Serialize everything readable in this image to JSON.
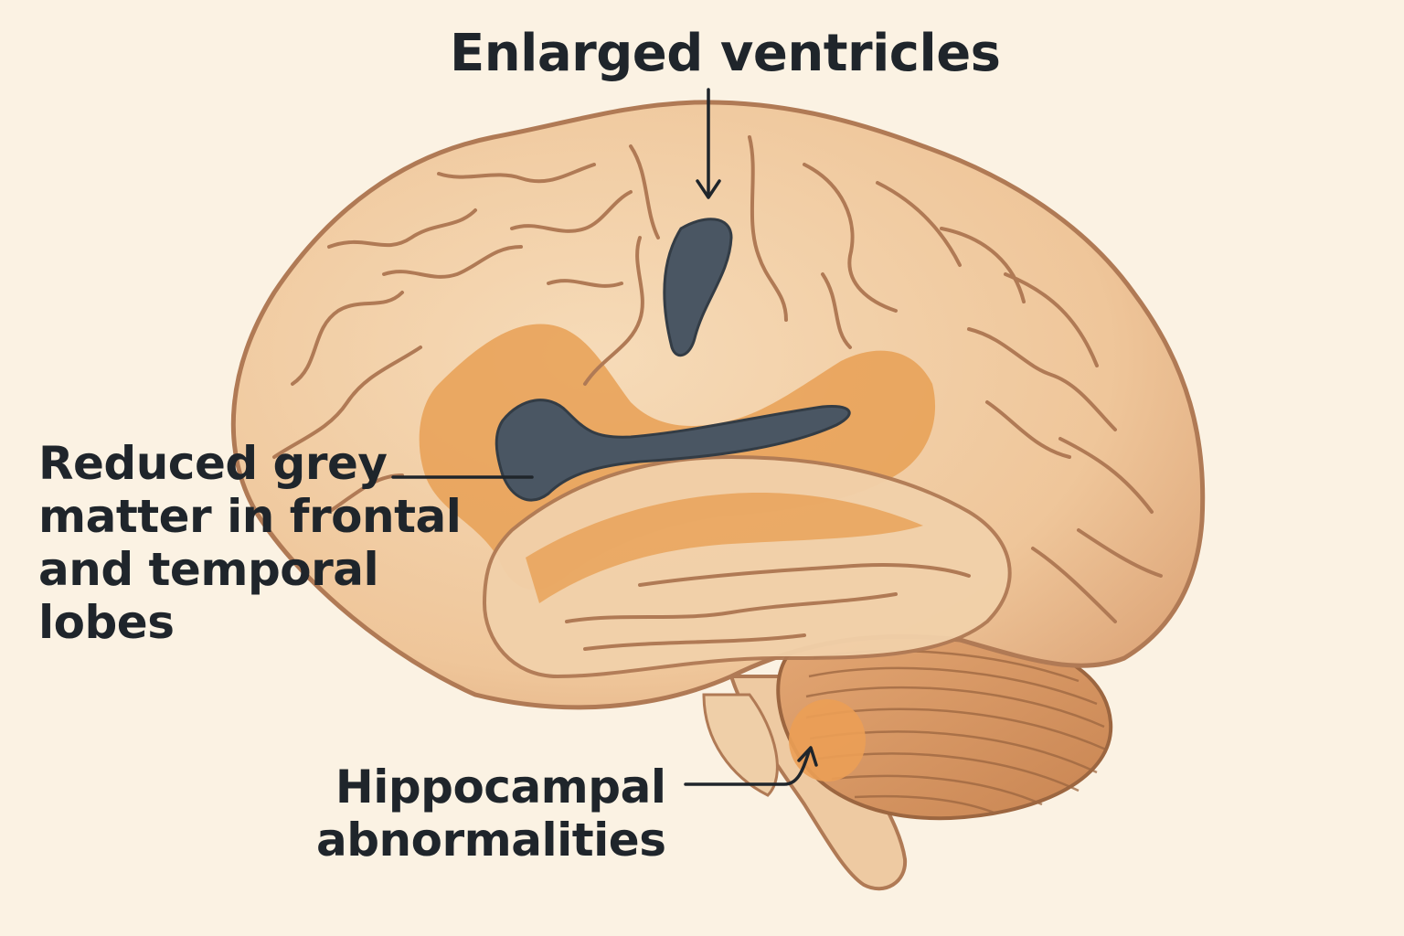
{
  "diagram": {
    "labels": {
      "ventricles": [
        "Enlarged ventricles"
      ],
      "grey_matter": [
        "Reduced grey",
        "matter in frontal",
        "and temporal",
        "lobes"
      ],
      "hippocampus": [
        "Hippocampal",
        "abnormalities"
      ]
    },
    "colors": {
      "background": "#fbf2e3",
      "brain_fill": "#f1cba0",
      "brain_outline": "#b07a55",
      "grey_matter_highlight": "#e8a055",
      "ventricle_fill": "#4a5663",
      "cerebellum_fill": "#d99865",
      "text": "#1f252b"
    }
  }
}
